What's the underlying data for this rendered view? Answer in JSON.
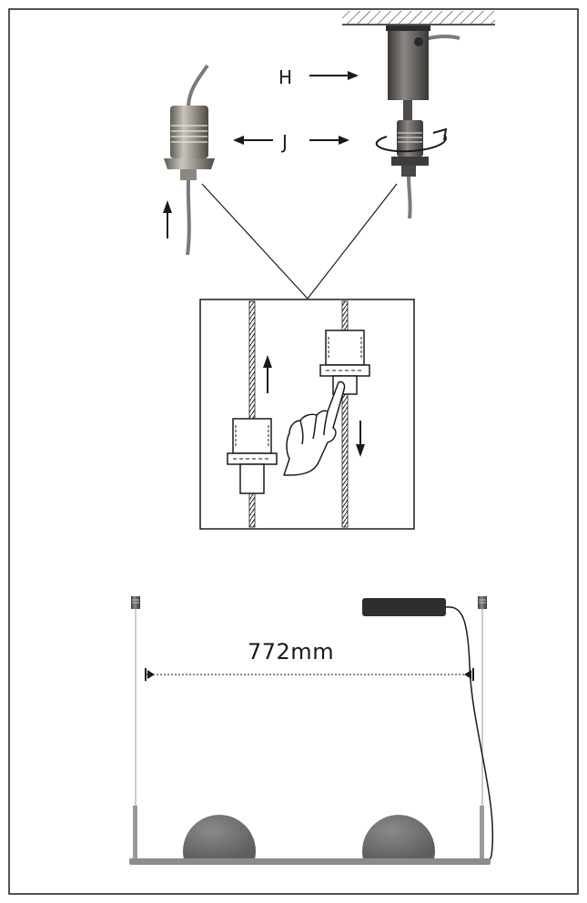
{
  "labels": {
    "height_adjust": "H",
    "joint": "J",
    "dimension": "772mm"
  },
  "colors": {
    "frame": "#1a1a1a",
    "fitting_metal": "#8a8580",
    "cable": "#7a7a7a",
    "globe": "#6f6f6f",
    "driver_box": "#2e2e2e",
    "bar": "#8c8c8c"
  },
  "icons": [
    "ceiling-hatch-icon",
    "rotate-arrow-icon",
    "hand-pointer-icon",
    "dimension-arrow-icon"
  ]
}
